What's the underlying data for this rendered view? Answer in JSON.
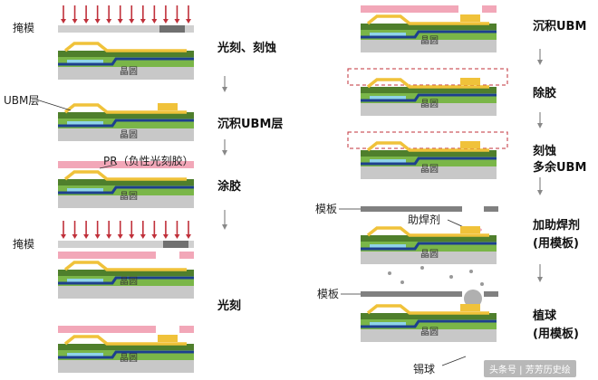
{
  "labels": {
    "mask": "掩模",
    "ubm_layer": "UBM层",
    "pr": "PR（负性光刻胶）",
    "stencil": "模板",
    "flux": "助焊剂",
    "solder_ball": "锡球",
    "wafer": "晶圆"
  },
  "steps": {
    "s1": "光刻、刻蚀",
    "s2": "沉积UBM层",
    "s3": "涂胶",
    "s4": "光刻",
    "s5": "沉积UBM",
    "s6": "除胶",
    "s7a": "刻蚀",
    "s7b": "多余UBM",
    "s8a": "加助焊剂",
    "s8b": "(用模板)",
    "s9a": "植球",
    "s9b": "(用模板)"
  },
  "watermark": "头条号 | 芳芳历史绘",
  "colors": {
    "substrate": "#c8c8c8",
    "green": "#7ab648",
    "dark_green": "#4f7f2c",
    "yellow": "#f0c23a",
    "blue": "#1d3f8f",
    "cyan": "#8fd4e8",
    "pink": "#f2a7b8",
    "arrow": "#c0303a",
    "mask": "#d0d0d0",
    "mask_dark": "#707070",
    "stencil": "#808080",
    "ball": "#b0b0b0"
  }
}
